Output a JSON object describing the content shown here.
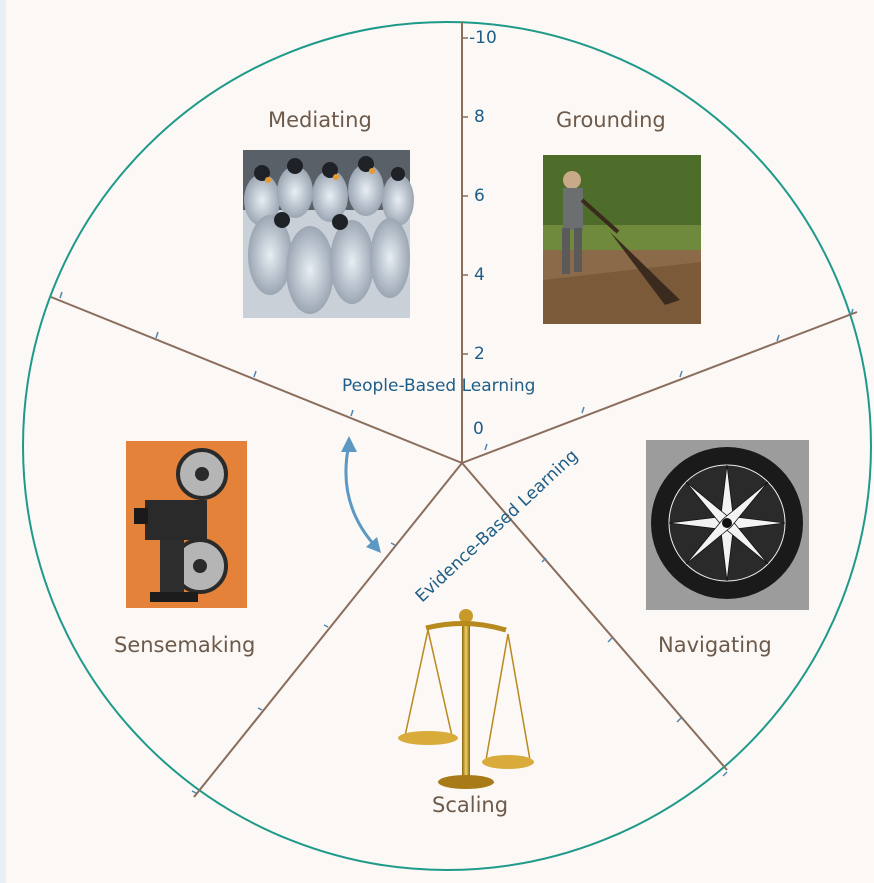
{
  "sectors": [
    {
      "name": "Mediating",
      "picture_icon": "penguin-huddle-icon"
    },
    {
      "name": "Grounding",
      "picture_icon": "plowing-farmer-icon"
    },
    {
      "name": "Navigating",
      "picture_icon": "compass-rose-icon"
    },
    {
      "name": "Scaling",
      "picture_icon": "balance-scale-icon"
    },
    {
      "name": "Sensemaking",
      "picture_icon": "film-projector-icon"
    }
  ],
  "annotations": {
    "people_based": "People-Based Learning",
    "evidence_based": "Evidence-Based Learning"
  },
  "axis": {
    "ticks": [
      "-10",
      "8",
      "6",
      "4",
      "2",
      "0"
    ]
  },
  "colors": {
    "circle": "#1f9a8a",
    "spoke": "#8a6d5c",
    "text_blue": "#1f5e87",
    "text_brown": "#6e5a4a",
    "arrow": "#5b98c4"
  }
}
